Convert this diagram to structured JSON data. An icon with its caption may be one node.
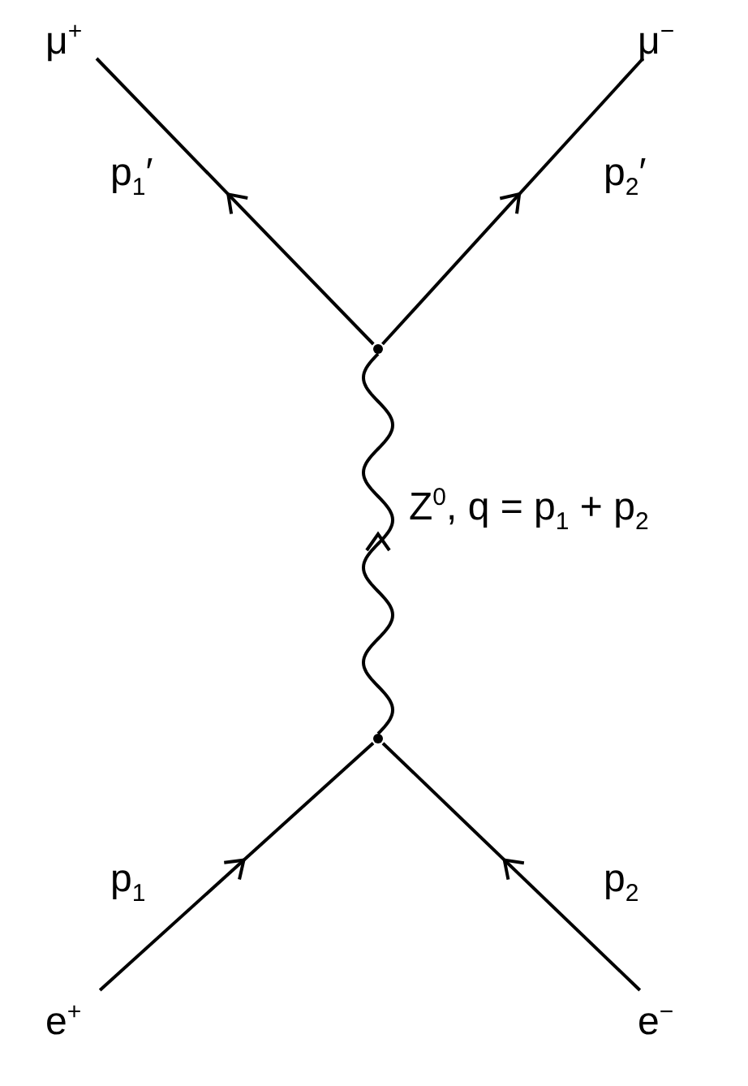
{
  "diagram": {
    "nodes": [
      {
        "text": [
          "μ$^{+}$"
        ]
      },
      {
        "text": [
          "μ$^{−}$"
        ]
      },
      {
        "text": [],
        "shape": "vertex"
      },
      {
        "text": [],
        "shape": "vertex"
      },
      {
        "text": [
          "e$^{+}$"
        ]
      },
      {
        "text": [
          "e$^{−}$"
        ]
      }
    ],
    "edges": [
      {
        "from": 4,
        "to": 3,
        "arrow": "to",
        "label": "p$_{1}$"
      },
      {
        "from": 5,
        "to": 3,
        "arrow": "to",
        "label": "p$_{2}$"
      },
      {
        "from": 3,
        "to": 2,
        "arrow": "to",
        "label": "Z$^{0}$, q = p$_{1}$ + p$_{2}$"
      },
      {
        "from": 2,
        "to": 0,
        "arrow": "to",
        "label": "p$_{1}$′"
      },
      {
        "from": 2,
        "to": 1,
        "arrow": "to",
        "label": "p$_{2}$′"
      }
    ]
  }
}
